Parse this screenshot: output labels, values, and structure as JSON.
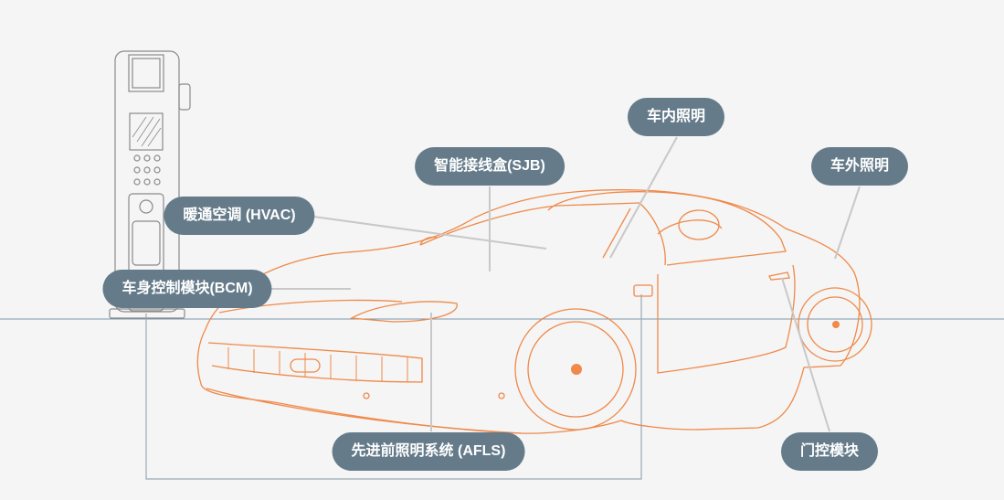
{
  "labels": {
    "interior_lighting": "车内照明",
    "exterior_lighting": "车外照明",
    "smart_junction_box": "智能接线盒(SJB)",
    "hvac": "暖通空调 (HVAC)",
    "bcm": "车身控制模块(BCM)",
    "afls": "先进前照明系统 (AFLS)",
    "door_module": "门控模块"
  },
  "colors": {
    "background": "#f4f5f4",
    "car_outline": "#f0894a",
    "charger_outline": "#8a8a8a",
    "leader_line": "#c8c8c8",
    "pill": "#657b8a",
    "pill_text": "#ffffff",
    "ground_line": "#7e98ad",
    "wiring": "#9aa9b5"
  }
}
